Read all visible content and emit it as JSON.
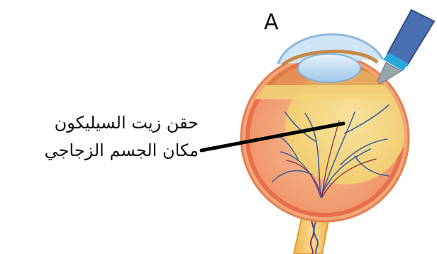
{
  "figure": {
    "panel_letter": "A",
    "label_lines": [
      "حقن زيت السيليكون",
      "مكان الجسم الزجاجي"
    ]
  },
  "colors": {
    "background": "#ffffff",
    "sclera": "#f08a5a",
    "retina": "#f7b27b",
    "silicone_oil": "#f5df86",
    "lens": "#b9d9f2",
    "optic_nerve": "#f4c36a",
    "vessels": "#3e5fa0",
    "instrument": "#4a6fb0",
    "leader_line": "#000000"
  },
  "icons": {
    "instrument": "injection-cannula",
    "organ": "eye-cross-section"
  }
}
